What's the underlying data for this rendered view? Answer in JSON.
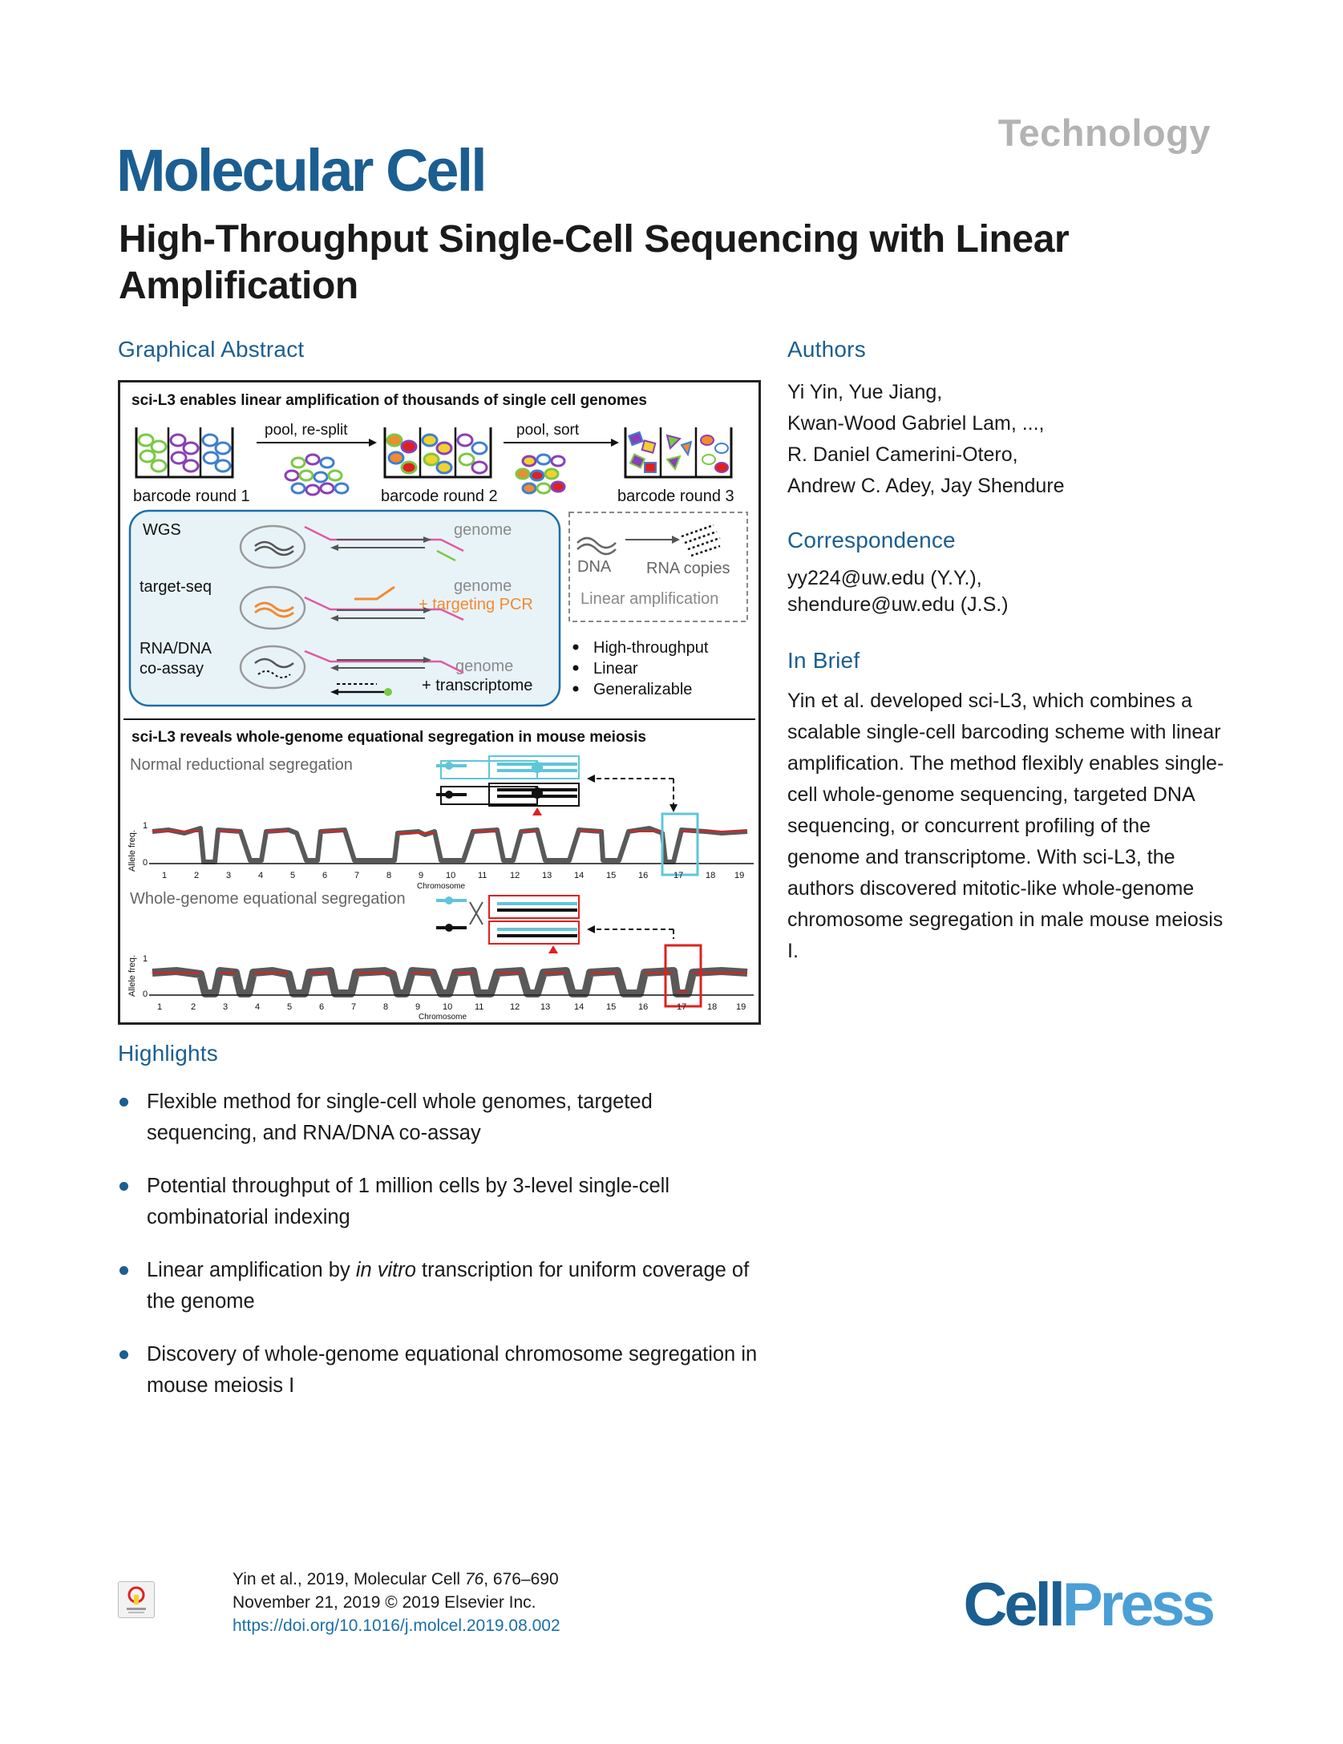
{
  "header": {
    "section_type": "Technology",
    "journal": "Molecular Cell",
    "title": "High-Throughput Single-Cell Sequencing with Linear Amplification"
  },
  "graphical_abstract": {
    "label": "Graphical Abstract",
    "top_title": "sci-L3 enables linear amplification of thousands of single cell genomes",
    "pool_resplit": "pool, re-split",
    "pool_sort": "pool, sort",
    "round1": "barcode round 1",
    "round2": "barcode round 2",
    "round3": "barcode round 3",
    "methods": [
      {
        "name": "WGS",
        "right": "genome",
        "extra": ""
      },
      {
        "name": "target-seq",
        "right": "genome",
        "extra": "+ targeting PCR"
      },
      {
        "name": "RNA/DNA",
        "name2": "co-assay",
        "right": "genome",
        "extra": "+ transcriptome"
      }
    ],
    "linear_box": {
      "dna": "DNA",
      "rna": "RNA copies",
      "caption": "Linear amplification"
    },
    "features": [
      "High-throughput",
      "Linear",
      "Generalizable"
    ],
    "bottom_title": "sci-L3 reveals whole-genome equational segregation in mouse meiosis",
    "normal_label": "Normal reductional segregation",
    "equational_label": "Whole-genome equational segregation",
    "y_axis": "Allele freq.",
    "y_tick_top": "1",
    "y_tick_bottom": "0",
    "x_axis": "Chromosome",
    "chromosomes": [
      "1",
      "2",
      "3",
      "4",
      "5",
      "6",
      "7",
      "8",
      "9",
      "10",
      "11",
      "12",
      "13",
      "14",
      "15",
      "16",
      "17",
      "18",
      "19"
    ]
  },
  "authors": {
    "label": "Authors",
    "lines": [
      "Yi Yin, Yue Jiang,",
      "Kwan-Wood Gabriel Lam, ...,",
      "R. Daniel Camerini-Otero,",
      "Andrew C. Adey, Jay Shendure"
    ]
  },
  "correspondence": {
    "label": "Correspondence",
    "emails": [
      "yy224@uw.edu (Y.Y.),",
      "shendure@uw.edu (J.S.)"
    ]
  },
  "in_brief": {
    "label": "In Brief",
    "text": "Yin et al. developed sci-L3, which combines a scalable single-cell barcoding scheme with linear amplification. The method flexibly enables single-cell whole-genome sequencing, targeted DNA sequencing, or concurrent profiling of the genome and transcriptome. With sci-L3, the authors discovered mitotic-like whole-genome chromosome segregation in male mouse meiosis I."
  },
  "highlights": {
    "label": "Highlights",
    "items": [
      {
        "pre": "Flexible method for single-cell whole genomes, targeted sequencing, and RNA/DNA co-assay",
        "em": "",
        "post": ""
      },
      {
        "pre": "Potential throughput of 1 million cells by 3-level single-cell combinatorial indexing",
        "em": "",
        "post": ""
      },
      {
        "pre": "Linear amplification by ",
        "em": "in vitro",
        "post": " transcription for uniform coverage of the genome"
      },
      {
        "pre": "Discovery of whole-genome equational chromosome segregation in mouse meiosis I",
        "em": "",
        "post": ""
      }
    ]
  },
  "footer": {
    "citation_pre": "Yin et al., 2019, Molecular Cell ",
    "citation_vol": "76",
    "citation_post": ", 676–690",
    "date": "November 21, 2019 © 2019 Elsevier Inc.",
    "doi": "https://doi.org/10.1016/j.molcel.2019.08.002",
    "logo_cell": "Cell",
    "logo_press": "Press"
  },
  "colors": {
    "brand_blue": "#1b5e91",
    "light_blue": "#4a9fd6",
    "panel_fill": "#e8f3f8",
    "orange": "#f28a30",
    "red": "#e02020",
    "cyan": "#5fc6d8"
  }
}
